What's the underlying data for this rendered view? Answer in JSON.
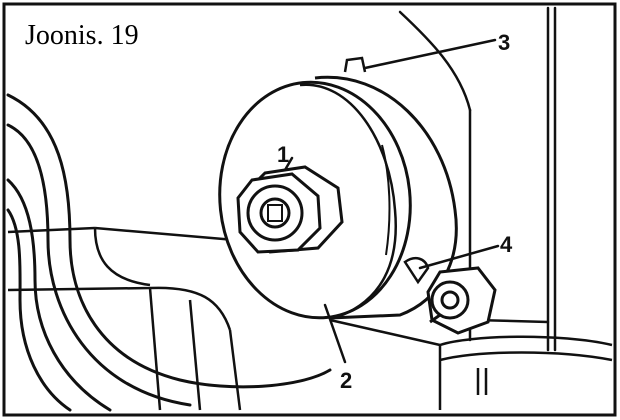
{
  "figure": {
    "caption": "Joonis. 19",
    "callouts": [
      "1",
      "2",
      "3",
      "4"
    ]
  },
  "colors": {
    "ink": "#111111",
    "paper": "#ffffff"
  }
}
